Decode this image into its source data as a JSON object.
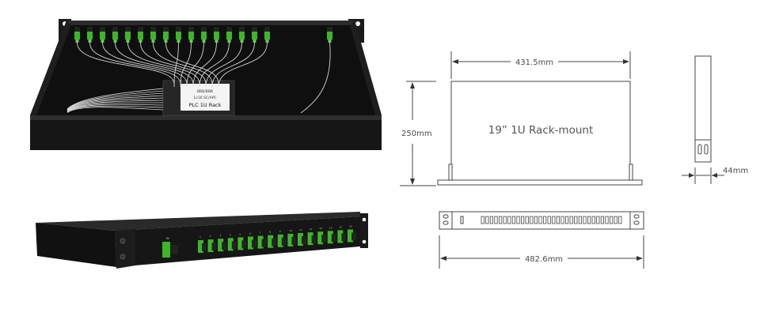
{
  "product": {
    "type": "19-inch 1U rack-mount PLC fiber splitter",
    "ports": {
      "input_count": 1,
      "output_count": 16,
      "input_label": "IN",
      "output_labels": [
        "1",
        "2",
        "3",
        "4",
        "5",
        "6",
        "7",
        "8",
        "9",
        "10",
        "11",
        "12",
        "13",
        "14",
        "15",
        "16"
      ]
    },
    "module_label_lines": [
      "PLC 1U Rack",
      "1x16 SC/APC",
      "ВВВ/ВВВ"
    ],
    "colors": {
      "chassis": "#141414",
      "chassis_edge": "#2a2a2a",
      "connector_green": "#3fb52a",
      "connector_green_light": "#5fd24a",
      "fiber": "#d8d8d8",
      "drawing_line": "#444444"
    }
  },
  "top_photo": {
    "alt": "Open chassis interior with PLC splitter module and fibers"
  },
  "front_photo": {
    "alt": "Front panel view with IN port and 16 output ports"
  },
  "drawings": {
    "top_view": {
      "width_label": "431.5mm",
      "depth_label": "250mm",
      "center_label": "19” 1U Rack-mount"
    },
    "side_view": {
      "height_label": "44mm"
    },
    "front_view": {
      "width_label": "482.6mm",
      "slot_count": 32
    }
  }
}
